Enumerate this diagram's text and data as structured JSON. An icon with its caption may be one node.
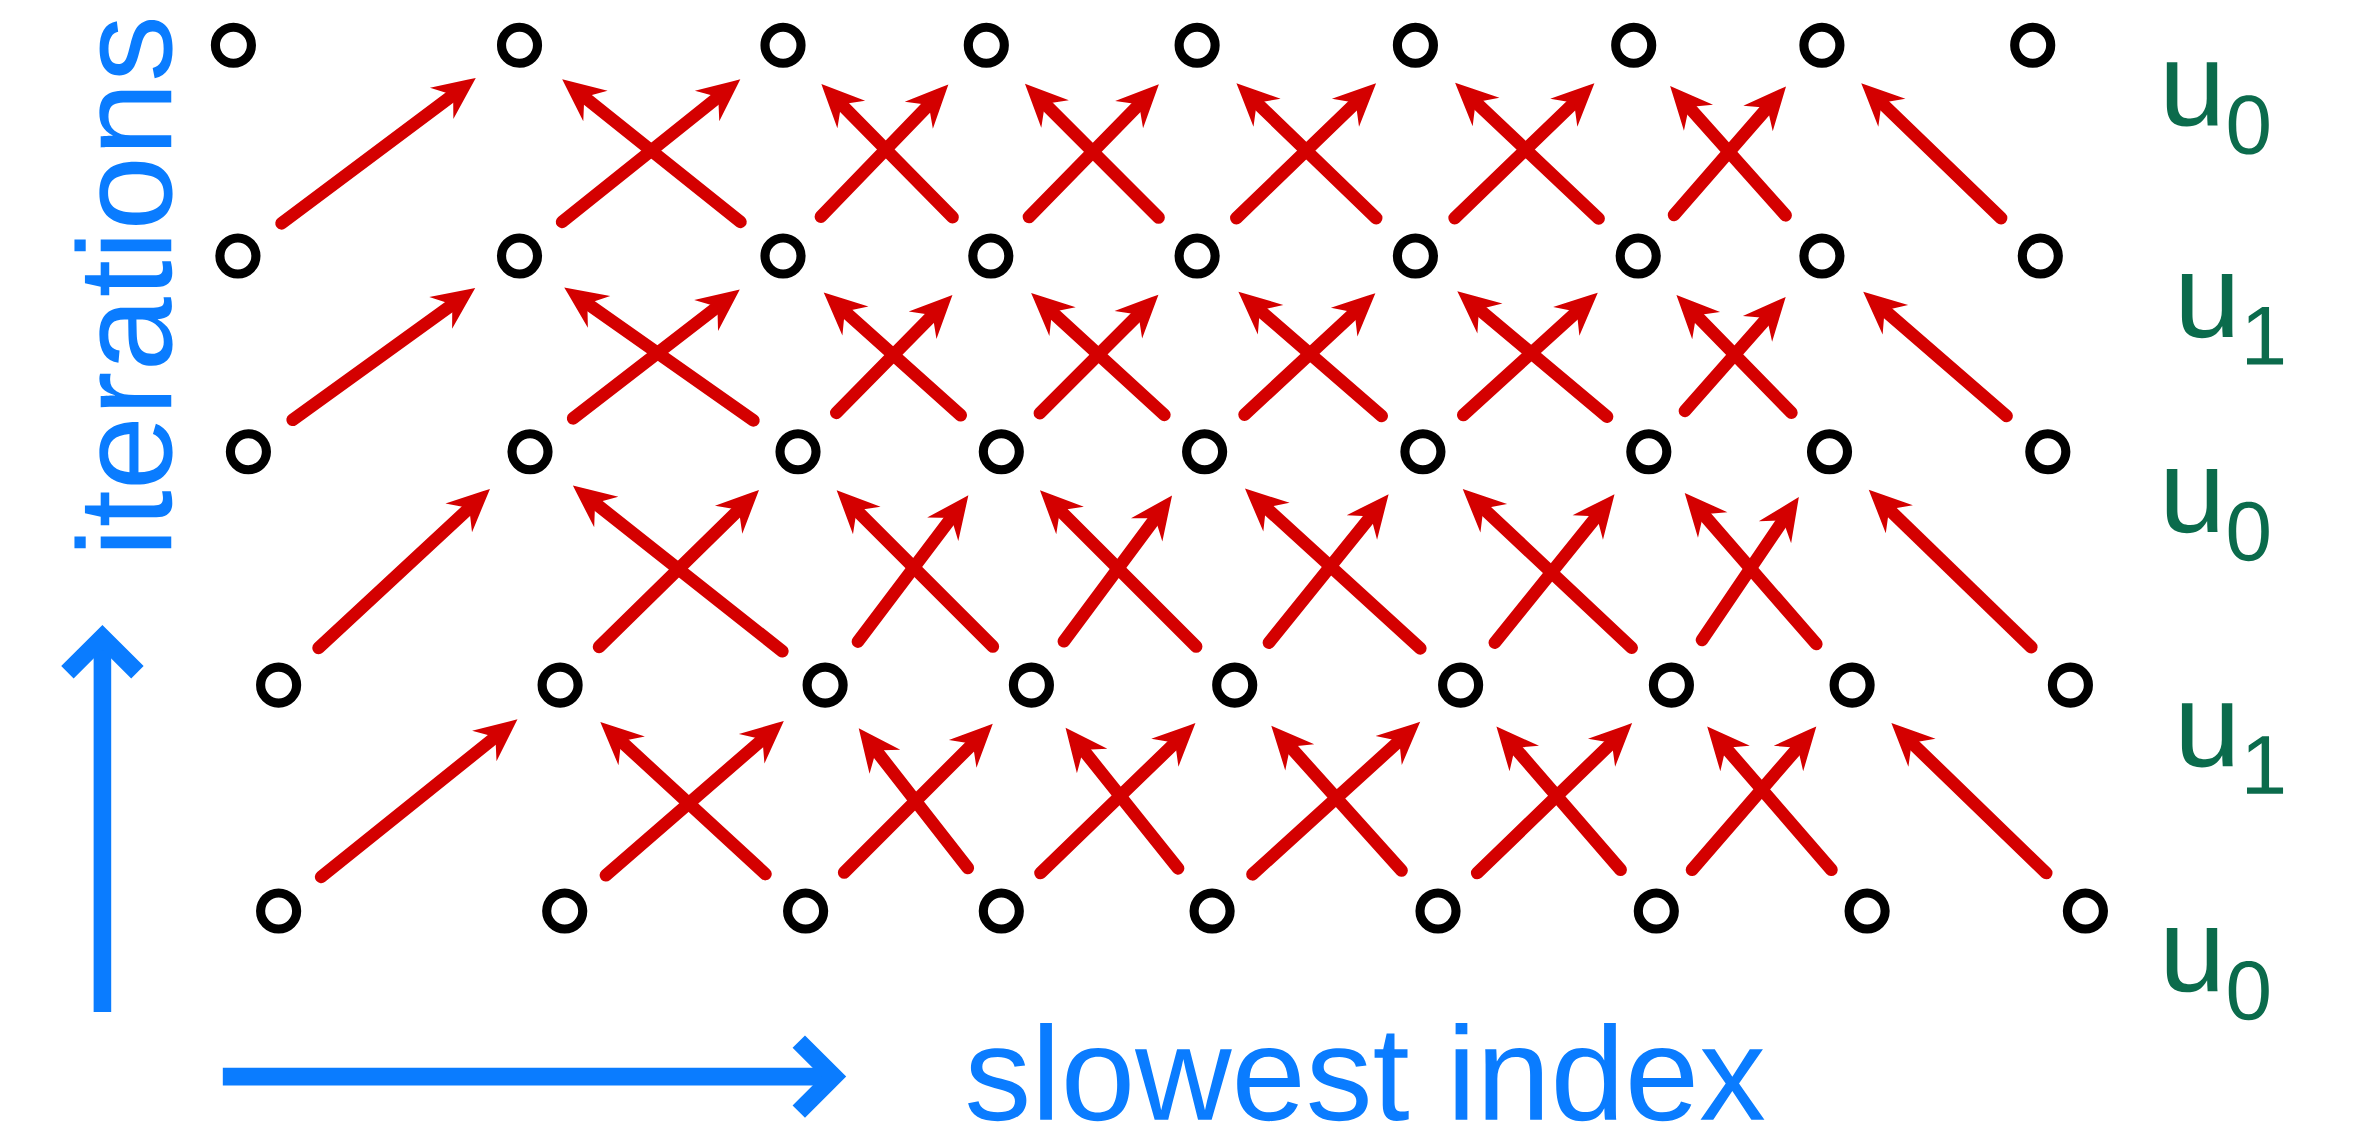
{
  "diagram": {
    "nodes": [
      {
        "text": [],
        "shape": "circle"
      },
      {
        "text": [],
        "shape": "circle"
      },
      {
        "text": [],
        "shape": "circle"
      },
      {
        "text": [],
        "shape": "circle"
      },
      {
        "text": [],
        "shape": "circle"
      },
      {
        "text": [],
        "shape": "circle"
      },
      {
        "text": [],
        "shape": "circle"
      },
      {
        "text": [],
        "shape": "circle"
      },
      {
        "text": [],
        "shape": "circle"
      },
      {
        "text": [],
        "shape": "circle"
      },
      {
        "text": [],
        "shape": "circle"
      },
      {
        "text": [],
        "shape": "circle"
      },
      {
        "text": [],
        "shape": "circle"
      },
      {
        "text": [],
        "shape": "circle"
      },
      {
        "text": [],
        "shape": "circle"
      },
      {
        "text": [],
        "shape": "circle"
      },
      {
        "text": [],
        "shape": "circle"
      },
      {
        "text": [],
        "shape": "circle"
      },
      {
        "text": [],
        "shape": "circle"
      },
      {
        "text": [],
        "shape": "circle"
      },
      {
        "text": [],
        "shape": "circle"
      },
      {
        "text": [],
        "shape": "circle"
      },
      {
        "text": [],
        "shape": "circle"
      },
      {
        "text": [],
        "shape": "circle"
      },
      {
        "text": [],
        "shape": "circle"
      },
      {
        "text": [],
        "shape": "circle"
      },
      {
        "text": [],
        "shape": "circle"
      },
      {
        "text": [],
        "shape": "circle"
      },
      {
        "text": [],
        "shape": "circle"
      },
      {
        "text": [],
        "shape": "circle"
      },
      {
        "text": [],
        "shape": "circle"
      },
      {
        "text": [],
        "shape": "circle"
      },
      {
        "text": [],
        "shape": "circle"
      },
      {
        "text": [],
        "shape": "circle"
      },
      {
        "text": [],
        "shape": "circle"
      },
      {
        "text": [],
        "shape": "circle"
      },
      {
        "text": [],
        "shape": "circle"
      },
      {
        "text": [],
        "shape": "circle"
      },
      {
        "text": [],
        "shape": "circle"
      },
      {
        "text": [],
        "shape": "circle"
      },
      {
        "text": [],
        "shape": "circle"
      },
      {
        "text": [],
        "shape": "circle"
      },
      {
        "text": [],
        "shape": "circle"
      },
      {
        "text": [],
        "shape": "circle"
      },
      {
        "text": [],
        "shape": "circle"
      }
    ],
    "edges": [
      {
        "from": 9,
        "to": 1,
        "arrow": "to"
      },
      {
        "from": 10,
        "to": 2,
        "arrow": "to"
      },
      {
        "from": 11,
        "to": 3,
        "arrow": "to"
      },
      {
        "from": 12,
        "to": 4,
        "arrow": "to"
      },
      {
        "from": 13,
        "to": 5,
        "arrow": "to"
      },
      {
        "from": 14,
        "to": 6,
        "arrow": "to"
      },
      {
        "from": 15,
        "to": 7,
        "arrow": "to"
      },
      {
        "from": 11,
        "to": 1,
        "arrow": "to"
      },
      {
        "from": 12,
        "to": 2,
        "arrow": "to"
      },
      {
        "from": 13,
        "to": 3,
        "arrow": "to"
      },
      {
        "from": 14,
        "to": 4,
        "arrow": "to"
      },
      {
        "from": 15,
        "to": 5,
        "arrow": "to"
      },
      {
        "from": 16,
        "to": 6,
        "arrow": "to"
      },
      {
        "from": 17,
        "to": 7,
        "arrow": "to"
      },
      {
        "from": 18,
        "to": 10,
        "arrow": "to"
      },
      {
        "from": 19,
        "to": 11,
        "arrow": "to"
      },
      {
        "from": 20,
        "to": 12,
        "arrow": "to"
      },
      {
        "from": 21,
        "to": 13,
        "arrow": "to"
      },
      {
        "from": 22,
        "to": 14,
        "arrow": "to"
      },
      {
        "from": 23,
        "to": 15,
        "arrow": "to"
      },
      {
        "from": 24,
        "to": 16,
        "arrow": "to"
      },
      {
        "from": 20,
        "to": 10,
        "arrow": "to"
      },
      {
        "from": 21,
        "to": 11,
        "arrow": "to"
      },
      {
        "from": 22,
        "to": 12,
        "arrow": "to"
      },
      {
        "from": 23,
        "to": 13,
        "arrow": "to"
      },
      {
        "from": 24,
        "to": 14,
        "arrow": "to"
      },
      {
        "from": 25,
        "to": 15,
        "arrow": "to"
      },
      {
        "from": 26,
        "to": 16,
        "arrow": "to"
      },
      {
        "from": 27,
        "to": 19,
        "arrow": "to"
      },
      {
        "from": 28,
        "to": 20,
        "arrow": "to"
      },
      {
        "from": 29,
        "to": 21,
        "arrow": "to"
      },
      {
        "from": 30,
        "to": 22,
        "arrow": "to"
      },
      {
        "from": 31,
        "to": 23,
        "arrow": "to"
      },
      {
        "from": 32,
        "to": 24,
        "arrow": "to"
      },
      {
        "from": 33,
        "to": 25,
        "arrow": "to"
      },
      {
        "from": 29,
        "to": 19,
        "arrow": "to"
      },
      {
        "from": 30,
        "to": 20,
        "arrow": "to"
      },
      {
        "from": 31,
        "to": 21,
        "arrow": "to"
      },
      {
        "from": 32,
        "to": 22,
        "arrow": "to"
      },
      {
        "from": 33,
        "to": 23,
        "arrow": "to"
      },
      {
        "from": 34,
        "to": 24,
        "arrow": "to"
      },
      {
        "from": 35,
        "to": 25,
        "arrow": "to"
      },
      {
        "from": 36,
        "to": 28,
        "arrow": "to"
      },
      {
        "from": 37,
        "to": 29,
        "arrow": "to"
      },
      {
        "from": 38,
        "to": 30,
        "arrow": "to"
      },
      {
        "from": 39,
        "to": 31,
        "arrow": "to"
      },
      {
        "from": 40,
        "to": 32,
        "arrow": "to"
      },
      {
        "from": 41,
        "to": 33,
        "arrow": "to"
      },
      {
        "from": 42,
        "to": 34,
        "arrow": "to"
      },
      {
        "from": 38,
        "to": 28,
        "arrow": "to"
      },
      {
        "from": 39,
        "to": 29,
        "arrow": "to"
      },
      {
        "from": 40,
        "to": 30,
        "arrow": "to"
      },
      {
        "from": 41,
        "to": 31,
        "arrow": "to"
      },
      {
        "from": 42,
        "to": 32,
        "arrow": "to"
      },
      {
        "from": 43,
        "to": 33,
        "arrow": "to"
      },
      {
        "from": 44,
        "to": 34,
        "arrow": "to"
      }
    ],
    "labels": [
      "iterations",
      "u$_{0}$",
      "u$_{1}$",
      "u$_{0}$",
      "u$_{1}$",
      "u$_{0}$",
      "slowest index"
    ]
  }
}
